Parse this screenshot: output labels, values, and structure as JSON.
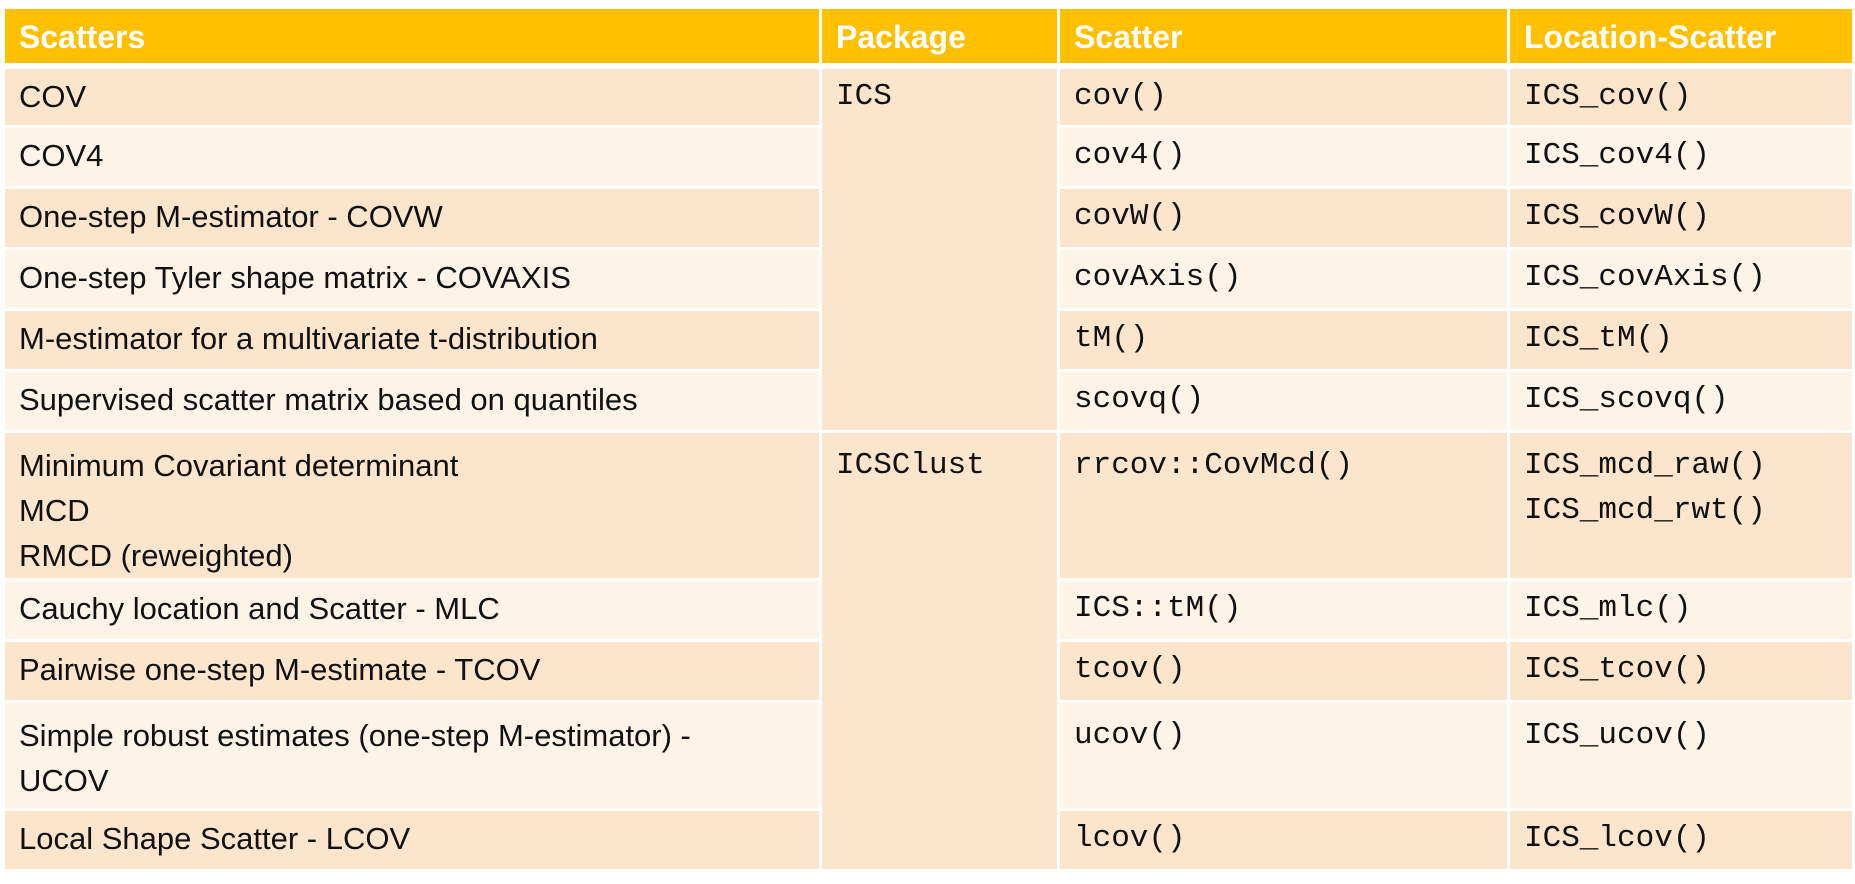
{
  "headers": [
    "Scatters",
    "Package",
    "Scatter",
    "Location-Scatter"
  ],
  "packages": [
    "ICS",
    "ICSClust"
  ],
  "rows": [
    {
      "scatters": [
        "COV"
      ],
      "scatter": "cov()",
      "location_scatter": [
        "ICS_cov()"
      ]
    },
    {
      "scatters": [
        "COV4"
      ],
      "scatter": "cov4()",
      "location_scatter": [
        "ICS_cov4()"
      ]
    },
    {
      "scatters": [
        "One-step M-estimator - COVW"
      ],
      "scatter": "covW()",
      "location_scatter": [
        "ICS_covW()"
      ]
    },
    {
      "scatters": [
        "One-step Tyler shape matrix - COVAXIS"
      ],
      "scatter": "covAxis()",
      "location_scatter": [
        "ICS_covAxis()"
      ]
    },
    {
      "scatters": [
        "M-estimator for a multivariate t-distribution"
      ],
      "scatter": "tM()",
      "location_scatter": [
        "ICS_tM()"
      ]
    },
    {
      "scatters": [
        "Supervised scatter matrix based on quantiles"
      ],
      "scatter": "scovq()",
      "location_scatter": [
        "ICS_scovq()"
      ]
    },
    {
      "scatters": [
        "Minimum Covariant determinant",
        "MCD",
        "RMCD (reweighted)"
      ],
      "scatter": "rrcov::CovMcd()",
      "location_scatter": [
        "ICS_mcd_raw()",
        "ICS_mcd_rwt()"
      ]
    },
    {
      "scatters": [
        "Cauchy location and Scatter - MLC"
      ],
      "scatter": "ICS::tM()",
      "location_scatter": [
        "ICS_mlc()"
      ]
    },
    {
      "scatters": [
        "Pairwise one-step M-estimate - TCOV"
      ],
      "scatter": "tcov()",
      "location_scatter": [
        "ICS_tcov()"
      ]
    },
    {
      "scatters": [
        "Simple robust estimates (one-step M-estimator) -",
        "UCOV"
      ],
      "scatter": "ucov()",
      "location_scatter": [
        "ICS_ucov()"
      ]
    },
    {
      "scatters": [
        "Local Shape Scatter - LCOV"
      ],
      "scatter": "lcov()",
      "location_scatter": [
        "ICS_lcov()"
      ]
    }
  ]
}
